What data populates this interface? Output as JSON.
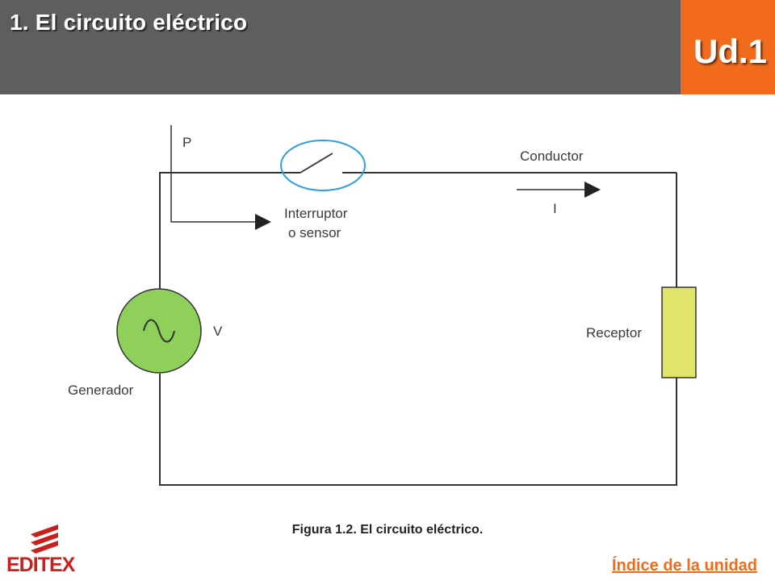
{
  "header": {
    "title": "1. El circuito eléctrico",
    "unit": "Ud.1",
    "background": "#5e5e5e",
    "unit_background": "#f26a1b"
  },
  "figure": {
    "labels": {
      "p": "P",
      "switch_line1": "Interruptor",
      "switch_line2": "o sensor",
      "conductor": "Conductor",
      "current": "I",
      "voltage": "V",
      "generator": "Generador",
      "receptor": "Receptor"
    },
    "caption": "Figura 1.2. El circuito eléctrico.",
    "colors": {
      "generator_fill": "#8fd05a",
      "receptor_fill": "#e0e56a",
      "switch_outline": "#2f9fe0",
      "wire": "#333333"
    }
  },
  "footer": {
    "logo_text": "EDITEX",
    "logo_color": "#c9201c",
    "index_link": "Índice de la unidad",
    "link_color": "#f26a1b"
  }
}
